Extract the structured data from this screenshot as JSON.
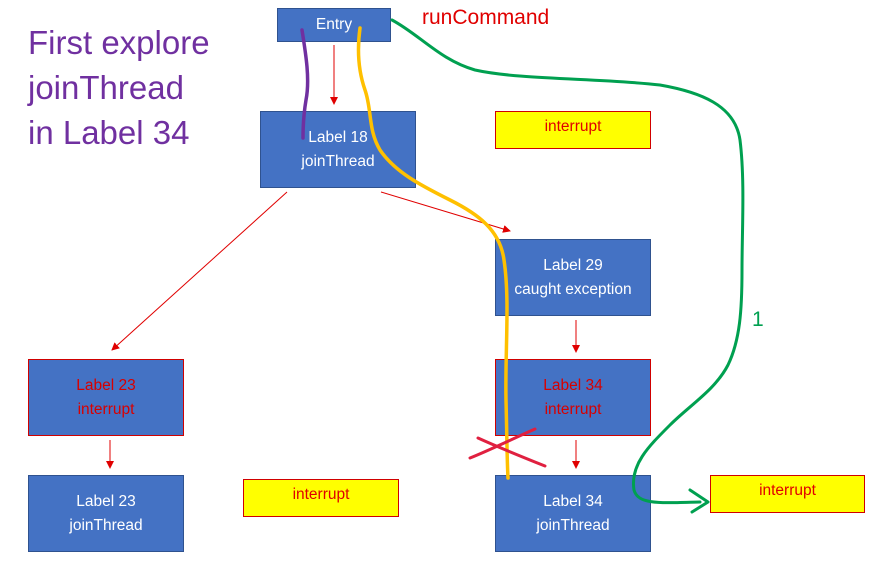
{
  "heading": {
    "line1": "First explore",
    "line2": "joinThread",
    "line3": "in Label 34"
  },
  "annotations": {
    "run_command": "runCommand",
    "path_number": "1"
  },
  "nodes": {
    "entry": {
      "text": "Entry"
    },
    "label18": {
      "line1": "Label 18",
      "line2": "joinThread"
    },
    "label29": {
      "line1": "Label 29",
      "line2": "caught exception"
    },
    "label23_interrupt": {
      "line1": "Label 23",
      "line2": "interrupt"
    },
    "label34_interrupt": {
      "line1": "Label 34",
      "line2": "interrupt"
    },
    "label23_join": {
      "line1": "Label 23",
      "line2": "joinThread"
    },
    "label34_join": {
      "line1": "Label 34",
      "line2": "joinThread"
    }
  },
  "interrupt_boxes": {
    "top": "interrupt",
    "middle": "interrupt",
    "right": "interrupt"
  },
  "colors": {
    "node_fill": "#4472c4",
    "arrow": "#e00000",
    "purple_path": "#7030a0",
    "orange_path": "#ffc000",
    "green_path": "#00a050",
    "cross": "#e02040",
    "interrupt_fill": "#ffff00"
  }
}
